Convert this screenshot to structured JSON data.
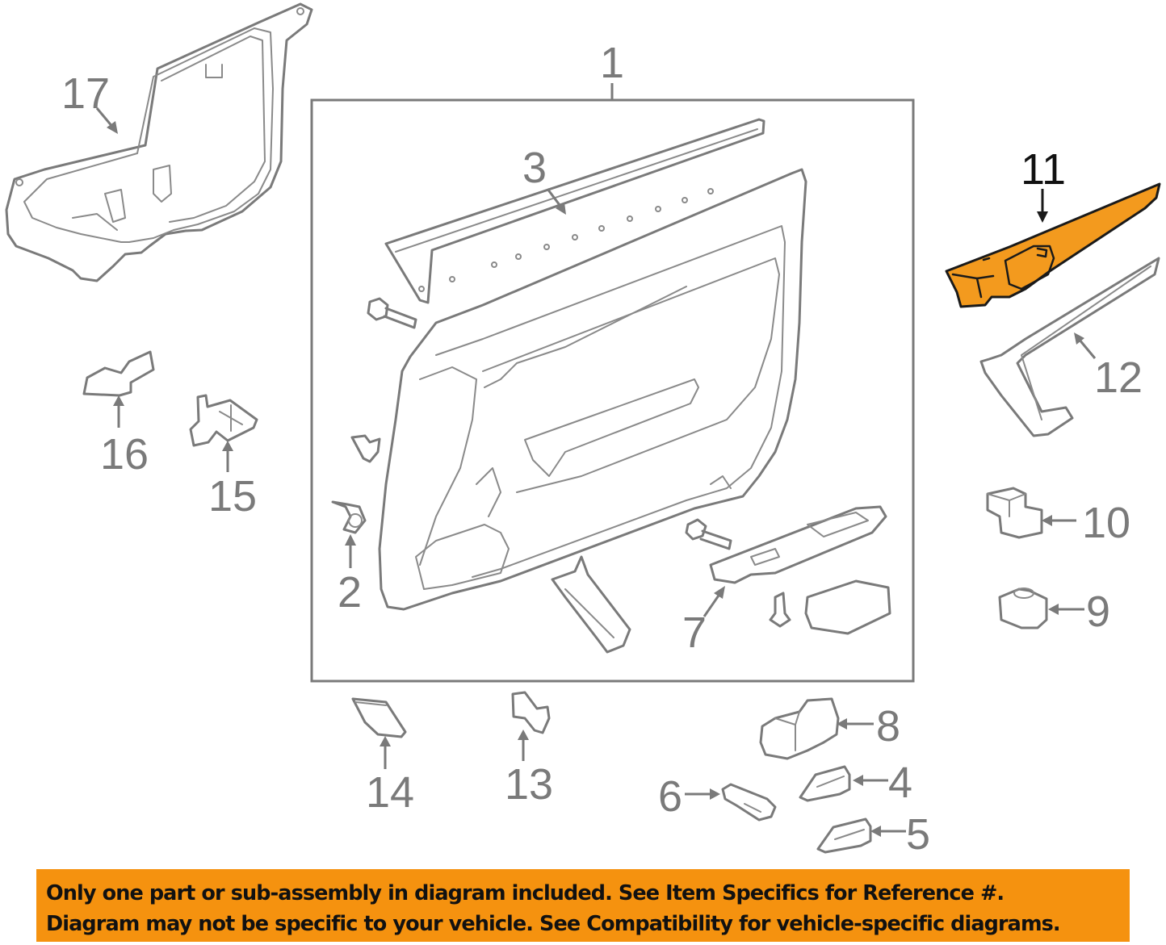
{
  "diagram": {
    "title": "Door trim panel exploded parts diagram",
    "highlight_color": "#f39a1e",
    "line_color": "#7a7a7a",
    "callouts": {
      "c1": "1",
      "c2": "2",
      "c3": "3",
      "c4": "4",
      "c5": "5",
      "c6": "6",
      "c7": "7",
      "c8": "8",
      "c9": "9",
      "c10": "10",
      "c11": "11",
      "c12": "12",
      "c13": "13",
      "c14": "14",
      "c15": "15",
      "c16": "16",
      "c17": "17"
    },
    "highlighted_part": "11"
  },
  "banner": {
    "background": "#f5920f",
    "line1": "Only one part or sub-assembly in diagram included. See Item Specifics for Reference #.",
    "line2": "Diagram may not be specific to your vehicle. See Compatibility for vehicle-specific diagrams."
  }
}
